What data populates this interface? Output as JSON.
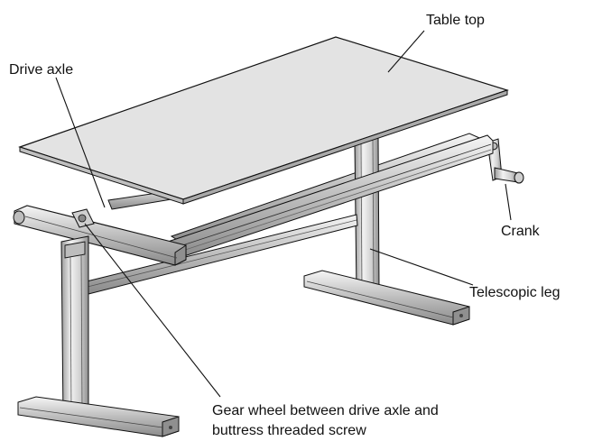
{
  "labels": {
    "table_top": "Table top",
    "drive_axle": "Drive axle",
    "crank": "Crank",
    "telescopic_leg": "Telescopic leg",
    "gear_wheel_line1": "Gear wheel between drive axle and",
    "gear_wheel_line2": "buttress threaded screw"
  },
  "colors": {
    "table_top_fill": "#e3e3e3",
    "metal_fill": "#d2d2d2",
    "metal_dark": "#8a8a8a",
    "outline": "#111111"
  }
}
